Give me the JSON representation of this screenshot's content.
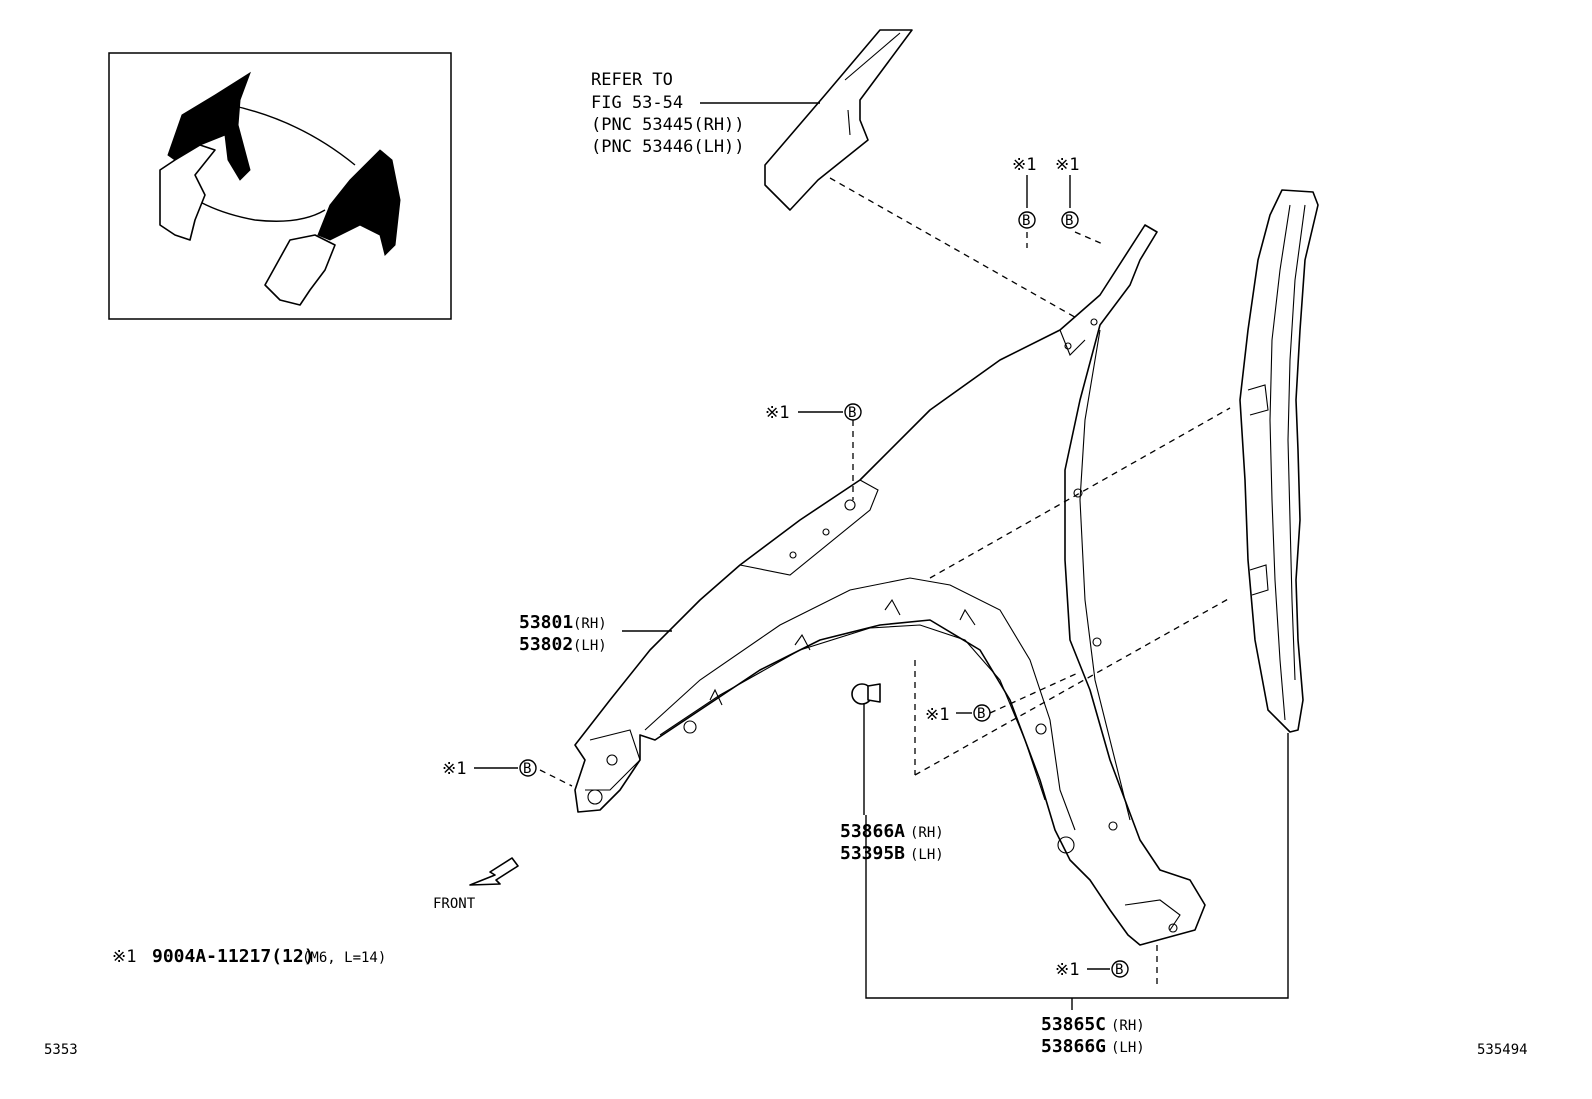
{
  "refer": {
    "line1": "REFER TO",
    "line2": "FIG 53-54",
    "line3": "(PNC 53445(RH))",
    "line4": "(PNC 53446(LH))"
  },
  "marks": {
    "x1": "※1",
    "b": "B"
  },
  "parts": {
    "fender_rh": "53801",
    "fender_rh_side": "(RH)",
    "fender_lh": "53802",
    "fender_lh_side": "(LH)",
    "clip_rh": "53866A",
    "clip_rh_side": "(RH)",
    "clip_lh": "53395B",
    "clip_lh_side": "(LH)",
    "liner_rh": "53865C",
    "liner_rh_side": "(RH)",
    "liner_lh": "53866G",
    "liner_lh_side": "(LH)"
  },
  "note": {
    "mark": "※1",
    "part": "9004A-11217(12)",
    "spec": "(M6, L=14)"
  },
  "front_label": "FRONT",
  "codes": {
    "left": "5353",
    "right": "535494"
  }
}
